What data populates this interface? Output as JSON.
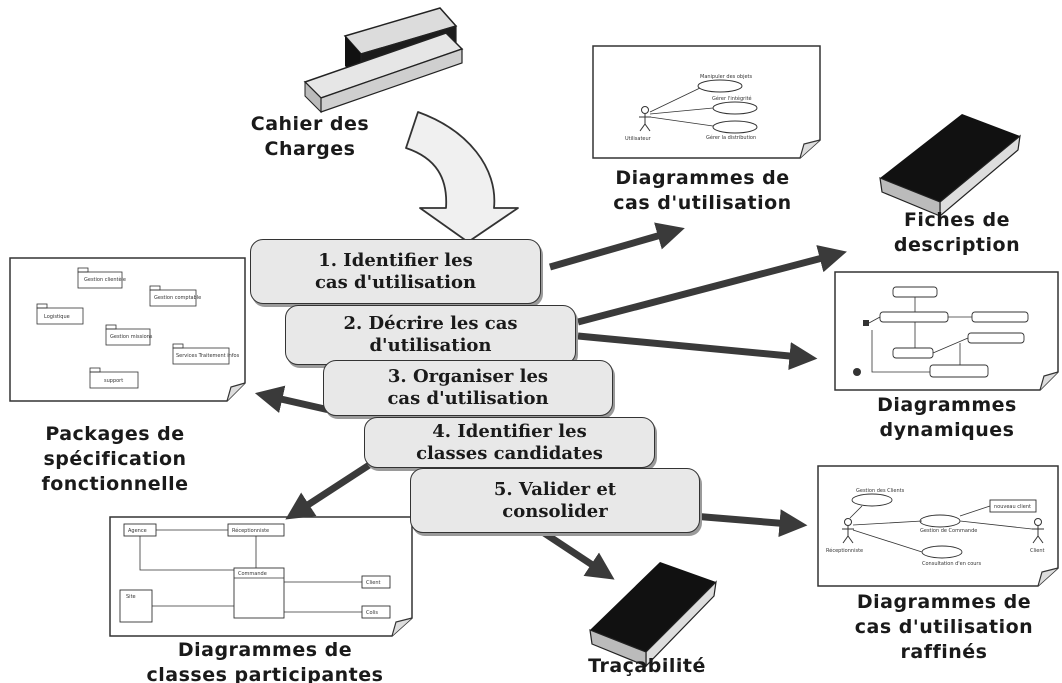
{
  "inputs": {
    "cahier": "Cahier des\nCharges"
  },
  "steps": [
    {
      "label": "1. Identifier les\ncas d'utilisation"
    },
    {
      "label": "2. Décrire les cas\nd'utilisation"
    },
    {
      "label": "3. Organiser les\ncas d'utilisation"
    },
    {
      "label": "4. Identifier les\nclasses candidates"
    },
    {
      "label": "5. Valider et\nconsolider"
    }
  ],
  "outputs": {
    "uc_diagrams": "Diagrammes de\ncas d'utilisation",
    "fiches": "Fiches de\ndescription",
    "dynamic_diagrams": "Diagrammes\ndynamiques",
    "packages": "Packages de\nspécification\nfonctionnelle",
    "class_diagrams": "Diagrammes de\nclasses participantes",
    "tracabilite": "Traçabilité",
    "refined_uc": "Diagrammes de\ncas d'utilisation\nraffinés"
  },
  "thumbnails": {
    "uc": {
      "actor": "Utilisateur",
      "cases": [
        "Manipuler des objets",
        "Gérer l'intégrité",
        "Gérer la distribution"
      ]
    },
    "packages": [
      "Gestion clientèle",
      "Gestion comptable",
      "Logistique",
      "Gestion missions",
      "Services Traitement infos",
      "support"
    ],
    "classes": [
      "Agence",
      "Réceptionniste",
      "Commande",
      "Client",
      "Site",
      "Colis"
    ],
    "refined": {
      "actors": [
        "Réceptionniste",
        "Client"
      ],
      "cases": [
        "Gestion des Clients",
        "Gestion de Commande",
        "Consultation d'en cours",
        "nouveau client"
      ]
    }
  },
  "colors": {
    "step_fill": "#e8e8e8",
    "arrow": "#3a3a3a",
    "book_dark": "#222222",
    "book_light": "#d9d9d9"
  }
}
